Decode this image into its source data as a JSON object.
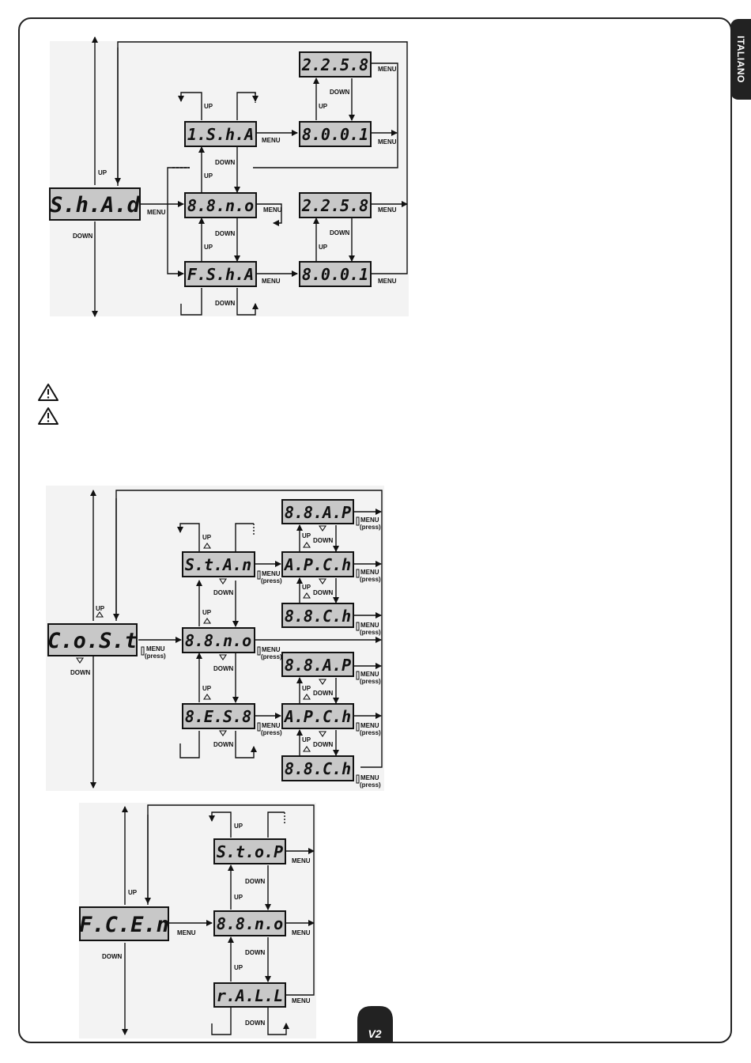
{
  "side_tab": {
    "language": "ITALIANO"
  },
  "labels": {
    "up": "UP",
    "down": "DOWN",
    "menu": "MENU",
    "press": "(press)"
  },
  "diagram1": {
    "main": "S.h.A.d",
    "items": [
      "1.S.h.A",
      "8.8.n.o",
      "F.S.h.A"
    ],
    "values": [
      "2.2.5.8",
      "8.0.0.1",
      "2.2.5.8",
      "8.0.0.1"
    ]
  },
  "diagram2": {
    "main": "C.o.S.t",
    "items": [
      "S.t.A.n",
      "8.8.n.o",
      "8.E.S.8"
    ],
    "values": [
      "8.8.A.P",
      "A.P.C.h",
      "8.8.C.h",
      "8.8.A.P",
      "A.P.C.h",
      "8.8.C.h"
    ]
  },
  "diagram3": {
    "main": "F.C.E.n",
    "items": [
      "S.t.o.P",
      "8.8.n.o",
      "r.A.L.L"
    ]
  },
  "page_logo": "V2",
  "colors": {
    "display_bg": "#c8c8c8",
    "diagram_bg": "#f3f3f3",
    "tab_bg": "#222222"
  }
}
